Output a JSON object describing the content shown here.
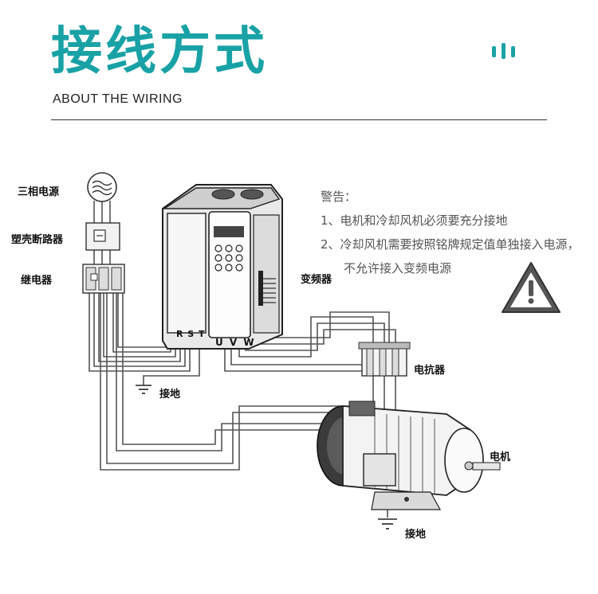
{
  "header": {
    "title": "接线方式",
    "subtitle": "ABOUT THE WIRING"
  },
  "warning": {
    "heading": "警告：",
    "lines": [
      "1、电机和冷却风机必须要充分接地",
      "2、冷却风机需要按照铭牌规定值单独接入电源，",
      "不允许接入变频电源"
    ]
  },
  "labels": {
    "power": "三相电源",
    "breaker": "塑壳断路器",
    "relay": "继电器",
    "inverter": "变频器",
    "reactor": "电抗器",
    "motor": "电机",
    "ground1": "接地",
    "ground2": "接地",
    "input_terminals": "R S T",
    "output_terminals": "U V W"
  },
  "colors": {
    "accent": "#19a2a6",
    "warning_fill": "#555555"
  }
}
